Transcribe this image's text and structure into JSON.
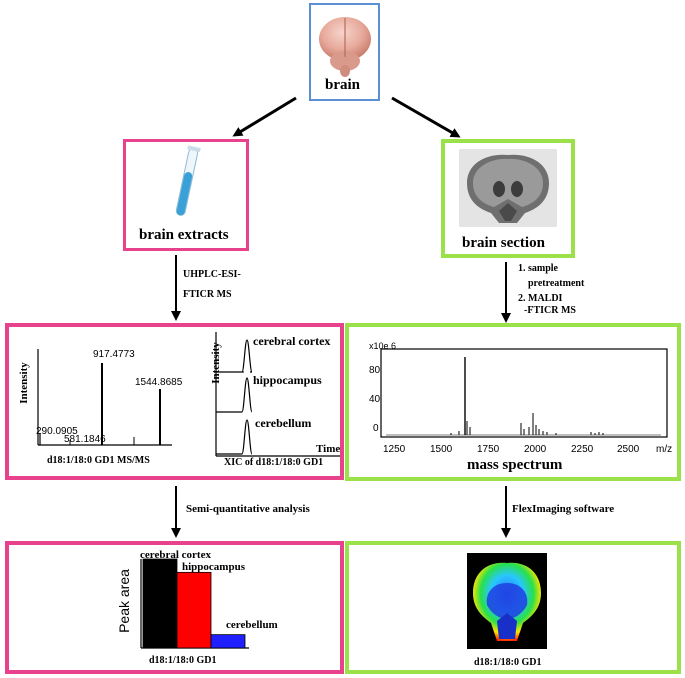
{
  "colors": {
    "pink": "#e8428c",
    "green": "#9be24a",
    "blue": "#5b8fd1",
    "bar_cortex": "#000000",
    "bar_hippo": "#ff0000",
    "bar_cereb": "#1f1fff"
  },
  "top": {
    "label": "brain"
  },
  "left": {
    "extracts_label": "brain  extracts",
    "method_line1": "UHPLC-ESI-",
    "method_line2": "FTICR MS",
    "ms": {
      "ylabel": "Intensity",
      "peaks": [
        "917.4773",
        "1544.8685",
        "290.0905",
        "581.1846"
      ],
      "caption": "d18:1/18:0 GD1 MS/MS"
    },
    "xic": {
      "ylabel": "Intensity",
      "xlabel": "Time",
      "traces": [
        "cerebral  cortex",
        "hippocampus",
        "cerebellum"
      ],
      "caption": "XIC of d18:1/18:0 GD1"
    },
    "analysis_label": "Semi-quantitative analysis",
    "bar_caption": "d18:1/18:0 GD1"
  },
  "right": {
    "section_label": "brain section",
    "steps": [
      "1. sample",
      "pretreatment",
      "2. MALDI",
      "-FTICR MS"
    ],
    "spectrum": {
      "multiplier": "x10e 6",
      "yticks": [
        "80",
        "40",
        "0"
      ],
      "xticks": [
        "1250",
        "1500",
        "1750",
        "2000",
        "2250",
        "2500"
      ],
      "unit": "m/z",
      "caption": "mass spectrum"
    },
    "software_label": "FlexImaging software",
    "image_caption": "d18:1/18:0 GD1"
  },
  "chart_data": {
    "type": "bar",
    "ylabel": "Peak area",
    "categories": [
      "cerebral cortex",
      "hippocampus",
      "cerebellum"
    ],
    "values": [
      100,
      85,
      15
    ],
    "ylim": [
      0,
      100
    ]
  }
}
